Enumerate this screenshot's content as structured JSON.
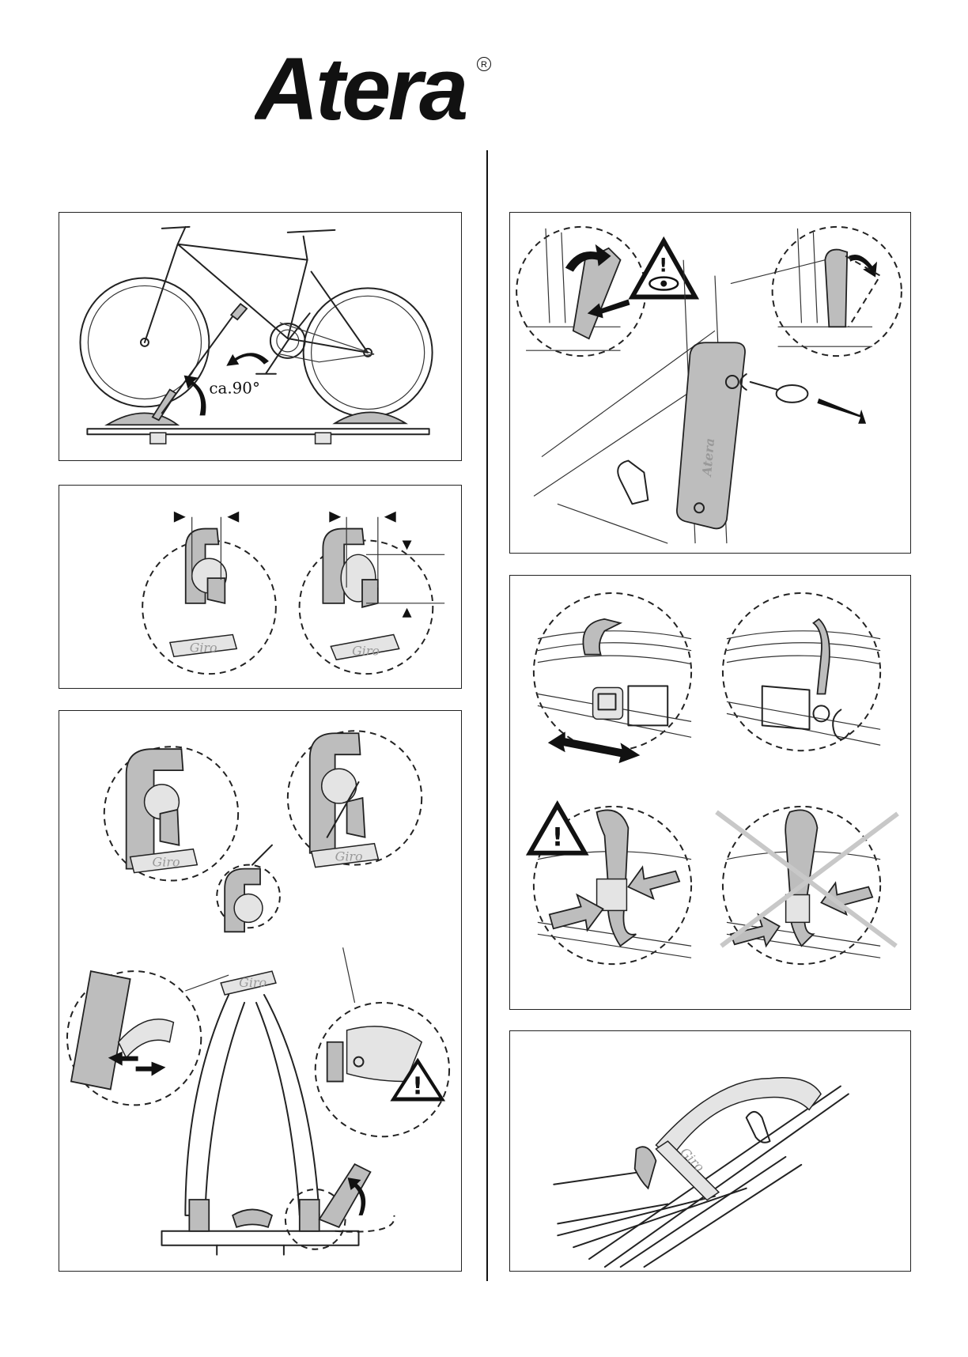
{
  "brand": {
    "name": "Atera",
    "registered": "R"
  },
  "labels": {
    "angle": "ca.90°",
    "clamp_brand": "Giro",
    "lock_brand": "Atera"
  },
  "colors": {
    "ink": "#111111",
    "fill_grey": "#bdbdbd",
    "light_grey": "#e4e4e4",
    "cross": "#c8c8c8"
  },
  "icons": [
    "warning-triangle-icon",
    "eye-warning-icon",
    "key-icon",
    "rotate-arrow-icon",
    "double-arrow-icon"
  ]
}
